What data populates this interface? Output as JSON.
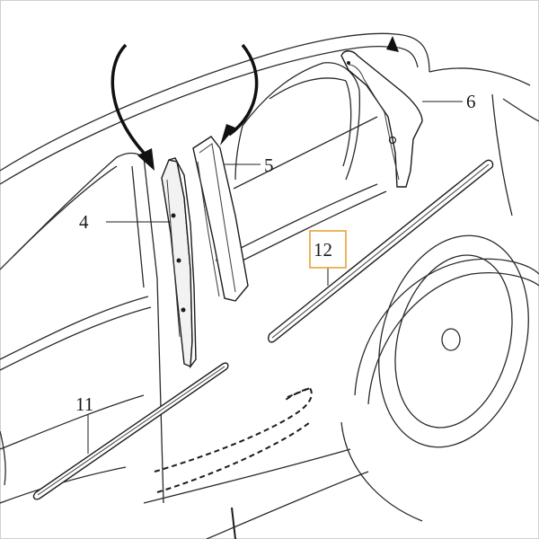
{
  "callouts": {
    "c4": "4",
    "c5": "5",
    "c6": "6",
    "c11": "11",
    "c12": "12"
  },
  "colors": {
    "highlight_box": "#e8a33b",
    "line": "#1c1c1c"
  }
}
